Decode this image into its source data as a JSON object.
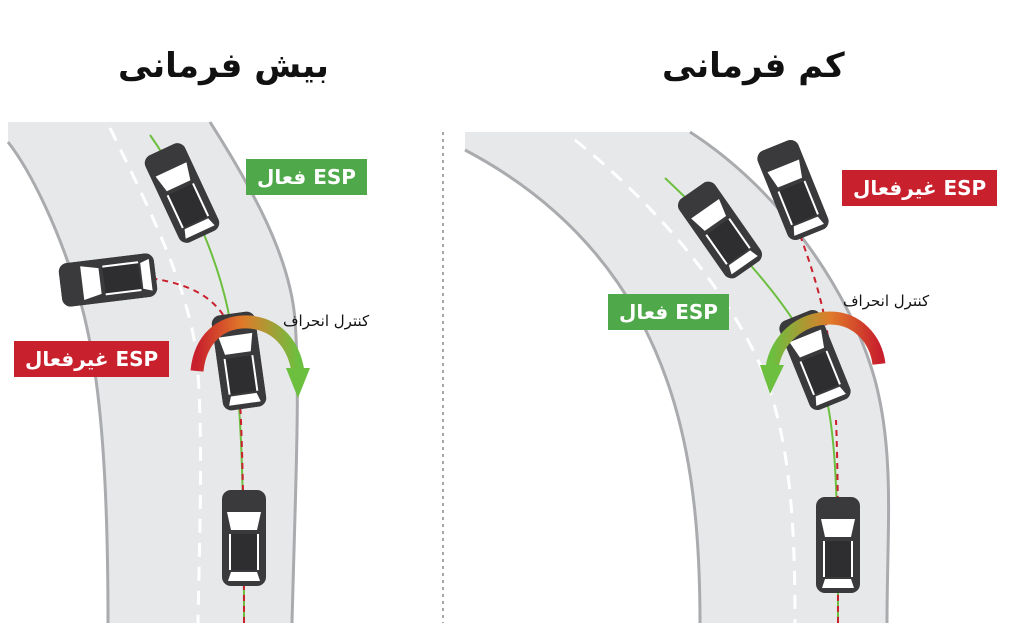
{
  "panels": {
    "left": {
      "title": "بیش فرمانی",
      "esp_active": "ESP فعال",
      "esp_inactive": "ESP غیرفعال",
      "yaw_label": "کنترل انحراف"
    },
    "right": {
      "title": "کم فرمانی",
      "esp_active": "ESP فعال",
      "esp_inactive": "ESP غیرفعال",
      "yaw_label": "کنترل انحراف"
    }
  },
  "colors": {
    "road": "#e7e8ea",
    "road_edge": "#a9abae",
    "car_body": "#3a3a3c",
    "car_glass": "#ffffff",
    "path_active": "#6cbf3f",
    "path_inactive": "#c8202c",
    "badge_active": "#4fa84a",
    "badge_inactive": "#c8202c",
    "divider": "#8a8a8a"
  },
  "icons": {
    "car": "car-top-view-icon",
    "yaw_arc": "curved-arrow-icon"
  }
}
